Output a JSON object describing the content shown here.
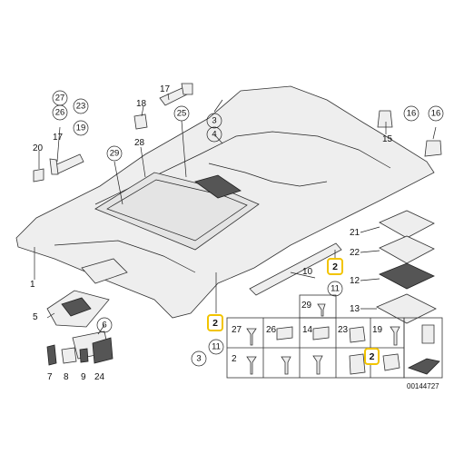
{
  "labels": {
    "p1": "1",
    "p2a": "2",
    "p2b": "2",
    "p2c": "2",
    "p3": "3",
    "p4": "4",
    "p5": "5",
    "p6": "6",
    "p7": "7",
    "p8": "8",
    "p9": "9",
    "p10": "10",
    "p11": "11",
    "p12": "12",
    "p13": "13",
    "p14": "14",
    "p15": "15",
    "p16a": "16",
    "p16b": "16",
    "p17a": "17",
    "p17b": "17",
    "p18": "18",
    "p19a": "19",
    "p19b": "19",
    "p20": "20",
    "p21": "21",
    "p22": "22",
    "p23a": "23",
    "p23b": "23",
    "p24": "24",
    "p25": "25",
    "p26a": "26",
    "p26b": "26",
    "p27a": "27",
    "p27b": "27",
    "p28": "28",
    "p29a": "29",
    "p29b": "29",
    "g11": "11",
    "g3": "3"
  },
  "reference_number": "00144727",
  "colors": {
    "highlight": "#f2c400",
    "line": "#222222"
  }
}
